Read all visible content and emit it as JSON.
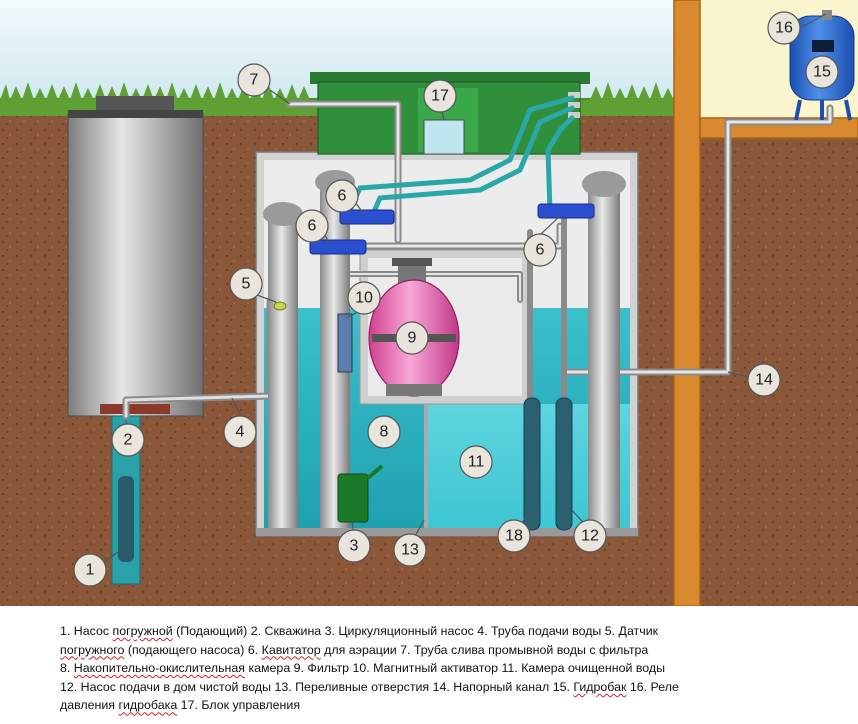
{
  "callouts": [
    {
      "id": "c1",
      "label": "1"
    },
    {
      "id": "c2",
      "label": "2"
    },
    {
      "id": "c3",
      "label": "3"
    },
    {
      "id": "c4",
      "label": "4"
    },
    {
      "id": "c5",
      "label": "5"
    },
    {
      "id": "c6a",
      "label": "6"
    },
    {
      "id": "c6b",
      "label": "6"
    },
    {
      "id": "c6c",
      "label": "6"
    },
    {
      "id": "c7",
      "label": "7"
    },
    {
      "id": "c8",
      "label": "8"
    },
    {
      "id": "c9",
      "label": "9"
    },
    {
      "id": "c10",
      "label": "10"
    },
    {
      "id": "c11",
      "label": "11"
    },
    {
      "id": "c12",
      "label": "12"
    },
    {
      "id": "c13",
      "label": "13"
    },
    {
      "id": "c14",
      "label": "14"
    },
    {
      "id": "c15",
      "label": "15"
    },
    {
      "id": "c16",
      "label": "16"
    },
    {
      "id": "c17",
      "label": "17"
    },
    {
      "id": "c18",
      "label": "18"
    }
  ],
  "legend": {
    "line1": [
      {
        "text": "1. Насос "
      },
      {
        "text": "погружной",
        "spell": true
      },
      {
        "text": " (Подающий) 2. Скважина 3. Циркуляционный насос 4. Труба подачи воды 5. Датчик"
      }
    ],
    "line2": [
      {
        "text": "погружного",
        "spell": true
      },
      {
        "text": " (подающего насоса) 6. "
      },
      {
        "text": "Кавитатор",
        "spell": true
      },
      {
        "text": " для аэрации  7. Труба слива промывной воды с фильтра"
      }
    ],
    "line3": [
      {
        "text": "8. "
      },
      {
        "text": "Накопительно-окислительная",
        "spell": true
      },
      {
        "text": " камера 9. Фильтр 10. Магнитный активатор 11.  Камера очищенной воды"
      }
    ],
    "line4": [
      {
        "text": "12. Насос подачи в дом чистой воды 13. Переливные отверстия  14. Напорный канал 15. "
      },
      {
        "text": "Гидробак",
        "spell": true
      },
      {
        "text": " 16.  Реле"
      }
    ],
    "line5": [
      {
        "text": "давления "
      },
      {
        "text": "гидробака",
        "spell": true
      },
      {
        "text": " 17. Блок управления"
      }
    ]
  },
  "colors": {
    "sky": "#dff0f5",
    "soil": "#8c5a3c",
    "grass": "#5a9a2e",
    "water": "#2bb3c0",
    "tank_wall": "#c9c9c9",
    "cover": "#2f8f3a",
    "filter": "#f080c0",
    "cavitator": "#2a4fd0",
    "hydro_tank": "#2a6fd0",
    "house_wall": "#d9892e"
  }
}
